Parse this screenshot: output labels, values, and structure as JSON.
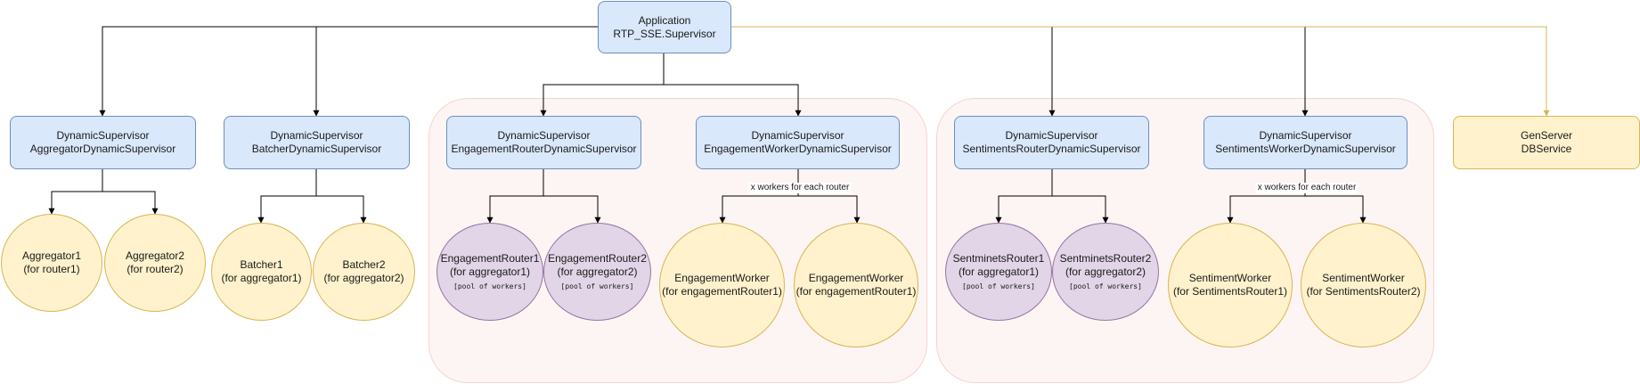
{
  "nodes": {
    "application": {
      "line1": "Application",
      "line2": "RTP_SSE.Supervisor"
    },
    "aggregator_sup": {
      "line1": "DynamicSupervisor",
      "line2": "AggregatorDynamicSupervisor"
    },
    "batcher_sup": {
      "line1": "DynamicSupervisor",
      "line2": "BatcherDynamicSupervisor"
    },
    "engagement_router_sup": {
      "line1": "DynamicSupervisor",
      "line2": "EngagementRouterDynamicSupervisor"
    },
    "engagement_worker_sup": {
      "line1": "DynamicSupervisor",
      "line2": "EngagementWorkerDynamicSupervisor"
    },
    "sentiments_router_sup": {
      "line1": "DynamicSupervisor",
      "line2": "SentimentsRouterDynamicSupervisor"
    },
    "sentiments_worker_sup": {
      "line1": "DynamicSupervisor",
      "line2": "SentimentsWorkerDynamicSupervisor"
    },
    "db_service": {
      "line1": "GenServer",
      "line2": "DBService"
    },
    "aggregator1": {
      "line1": "Aggregator1",
      "line2": "(for router1)"
    },
    "aggregator2": {
      "line1": "Aggregator2",
      "line2": "(for router2)"
    },
    "batcher1": {
      "line1": "Batcher1",
      "line2": "(for aggregator1)"
    },
    "batcher2": {
      "line1": "Batcher2",
      "line2": "(for aggregator2)"
    },
    "engagement_router1": {
      "line1": "EngagementRouter1",
      "line2": "(for aggregator1)",
      "note": "[pool of workers]"
    },
    "engagement_router2": {
      "line1": "EngagementRouter2",
      "line2": "(for aggregator2)",
      "note": "[pool of workers]"
    },
    "engagement_worker_a": {
      "line1": "EngagementWorker",
      "line2": "(for engagementRouter1)"
    },
    "engagement_worker_b": {
      "line1": "EngagementWorker",
      "line2": "(for engagementRouter1)"
    },
    "sentiments_router1": {
      "line1": "SentminetsRouter1",
      "line2": "(for aggregator1)",
      "note": "[pool of workers]"
    },
    "sentiments_router2": {
      "line1": "SentminetsRouter2",
      "line2": "(for aggregator2)",
      "note": "[pool of workers]"
    },
    "sentiment_worker_a": {
      "line1": "SentimentWorker",
      "line2": "(for SentimentsRouter1)"
    },
    "sentiment_worker_b": {
      "line1": "SentimentWorker",
      "line2": "(for SentimentsRouter2)"
    }
  },
  "edge_labels": {
    "engagement_workers": "x workers for each router",
    "sentiment_workers": "x workers for each router"
  },
  "colors": {
    "edge": "#000000",
    "db_edge": "#d6b656",
    "supervisor_fill": "#dae8fc",
    "genserver_fill": "#fff2cc",
    "router_fill": "#e1d5e7",
    "group_fill": "#fdf5f3"
  }
}
